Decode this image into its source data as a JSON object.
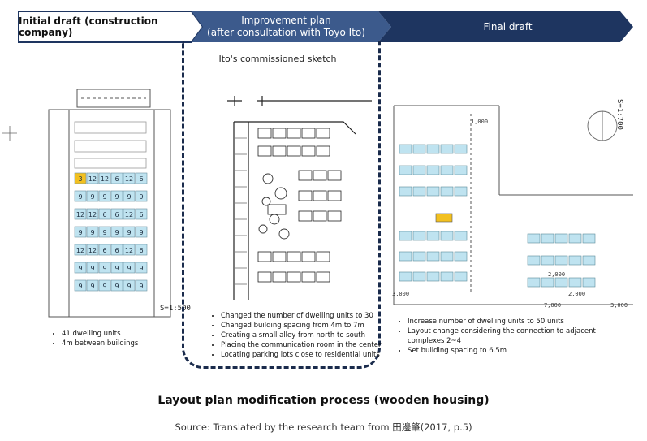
{
  "headers": {
    "initial": "Initial draft (construction company)",
    "improvement_line1": "Improvement plan",
    "improvement_line2": "(after consultation with Toyo Ito)",
    "final": "Final draft"
  },
  "colors": {
    "header_light": "#ffffff",
    "header_dark_1": "#3c5a8c",
    "header_dark_2": "#1e3560",
    "unit_fill": "#bfe3f0",
    "highlight_fill": "#f2c020",
    "dashed_border": "#1a2b4c"
  },
  "initial_panel": {
    "scale": "S=1:500",
    "unit_rows": [
      [
        "3",
        "12",
        "12",
        "6",
        "12",
        "6"
      ],
      [
        "9",
        "9",
        "9",
        "9",
        "9",
        "9"
      ],
      [
        "12",
        "12",
        "6",
        "6",
        "12",
        "6"
      ],
      [
        "9",
        "9",
        "9",
        "9",
        "9",
        "9"
      ],
      [
        "12",
        "12",
        "6",
        "6",
        "12",
        "6"
      ],
      [
        "9",
        "9",
        "9",
        "9",
        "9",
        "9"
      ],
      [
        "9",
        "9",
        "9",
        "9",
        "9",
        "9"
      ]
    ],
    "notes": [
      "41 dwelling units",
      "4m between buildings"
    ]
  },
  "improvement_panel": {
    "sketch_title": "Ito's commissioned sketch",
    "notes": [
      "Changed the number of dwelling units to 30",
      "Changed building spacing from 4m to 7m",
      "Creating a small alley from north to south",
      "Placing the communication room in the center",
      "Locating parking lots close to residential units"
    ]
  },
  "final_panel": {
    "scale": "S=1:700",
    "dims": [
      "1,000",
      "2,000",
      "2,000",
      "3,000",
      "7,000",
      "3,000"
    ],
    "notes": [
      "Increase number of dwelling units to 50 units",
      "Layout change considering the connection to adjacent complexes 2~4",
      "Set building spacing to 6.5m"
    ]
  },
  "caption": "Layout plan modification process (wooden housing)",
  "source": "Source: Translated by the research team from 田邊肇(2017, p.5)"
}
